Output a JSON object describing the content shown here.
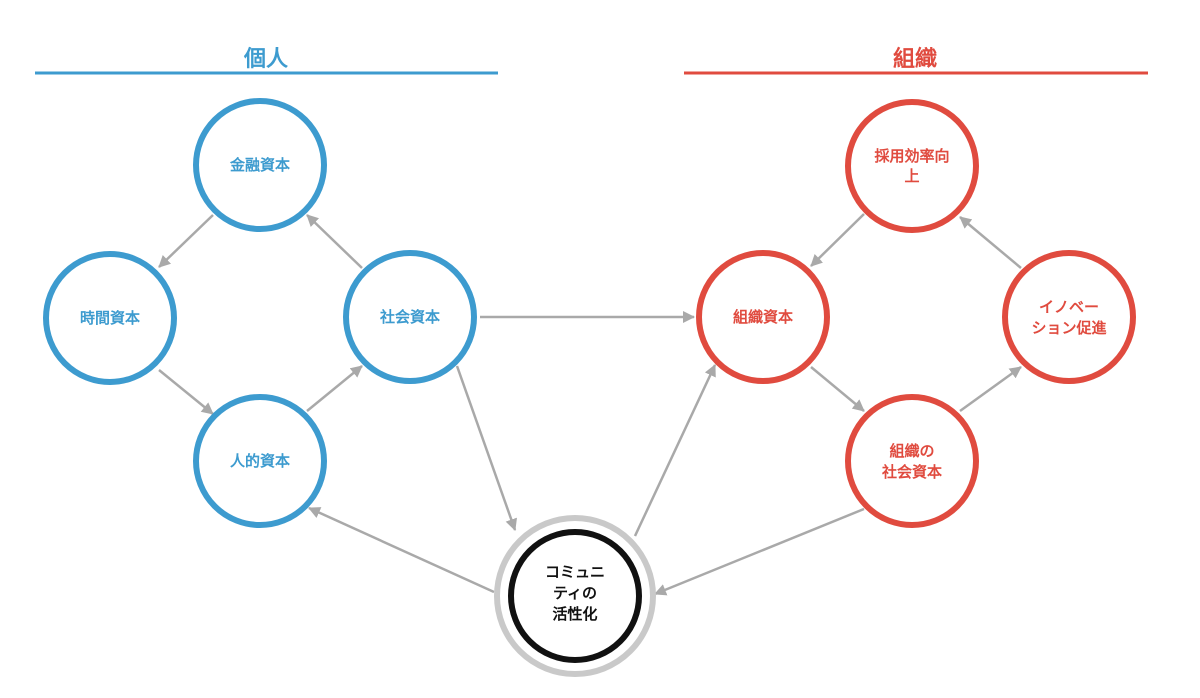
{
  "colors": {
    "personal": "#3d9bcf",
    "organization": "#e04b3f",
    "community": "#111111",
    "community_outer": "#c9c9c9",
    "arrow": "#a9a9a9"
  },
  "headers": {
    "personal": "個人",
    "organization": "組織"
  },
  "nodes": {
    "financial": {
      "lines": [
        "金融資本"
      ]
    },
    "time": {
      "lines": [
        "時間資本"
      ]
    },
    "social": {
      "lines": [
        "社会資本"
      ]
    },
    "human": {
      "lines": [
        "人的資本"
      ]
    },
    "hiring": {
      "lines": [
        "採用効率向",
        "上"
      ]
    },
    "org_capital": {
      "lines": [
        "組織資本"
      ]
    },
    "innovation": {
      "lines": [
        "イノベー",
        "ション促進"
      ]
    },
    "org_social": {
      "lines": [
        "組織の",
        "社会資本"
      ]
    },
    "community": {
      "lines": [
        "コミュニ",
        "ティの",
        "活性化"
      ]
    }
  }
}
